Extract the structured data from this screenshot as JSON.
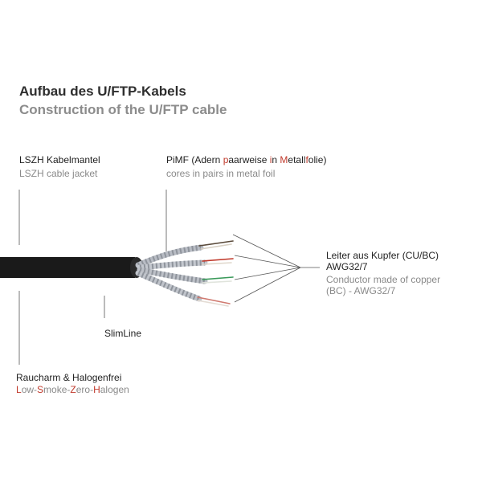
{
  "title": {
    "de": "Aufbau des U/FTP-Kabels",
    "en": "Construction of the U/FTP cable"
  },
  "labels": {
    "jacket": {
      "de": "LSZH Kabelmantel",
      "en": "LSZH cable jacket"
    },
    "pimf": {
      "de_parts": [
        "PiMF (Adern ",
        "p",
        "aarweise ",
        "i",
        "n ",
        "M",
        "etall",
        "f",
        "olie)"
      ],
      "en": "cores in pairs in metal foil"
    },
    "conductor": {
      "de_line1": "Leiter aus Kupfer (CU/BC)",
      "de_line2": "AWG32/7",
      "en_line1": "Conductor made of copper",
      "en_line2": "(BC) - AWG32/7"
    },
    "slimline": "SlimLine",
    "halogen": {
      "de": "Raucharm & Halogenfrei",
      "en_parts": [
        "L",
        "ow-",
        "S",
        "moke-",
        "Z",
        "ero-",
        "H",
        "alogen"
      ]
    }
  },
  "colors": {
    "text": "#222222",
    "text_secondary": "#8a8a8a",
    "accent_red": "#c0392b",
    "cable_jacket": "#1a1a1a",
    "leader_line": "#555555"
  }
}
